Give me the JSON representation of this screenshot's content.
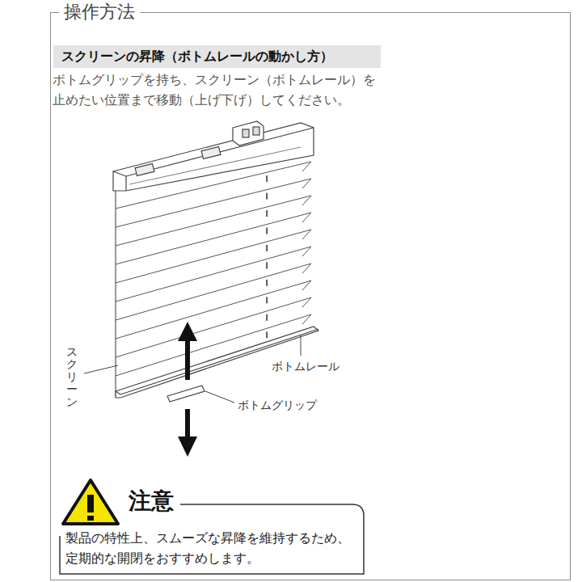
{
  "diagram": {
    "nodes": [
      {
        "text": [
          "操作方法"
        ]
      },
      {
        "text": [
          "スクリーンの昇降（ボトムレールの動かし方）"
        ],
        "in": 0
      },
      {
        "text": [
          "注意",
          "製品の特性上、スムーズな昇降を維持するため、 定期的な開閉をおすすめします。"
        ],
        "in": 0
      }
    ],
    "labels": [
      "ボトムグリップを持ち、スクリーン（ボトムレール）を 止めたい位置まで移動（上げ下げ）してください。",
      "スクリーン",
      "ボトムレール",
      "ボトムグリップ"
    ]
  }
}
